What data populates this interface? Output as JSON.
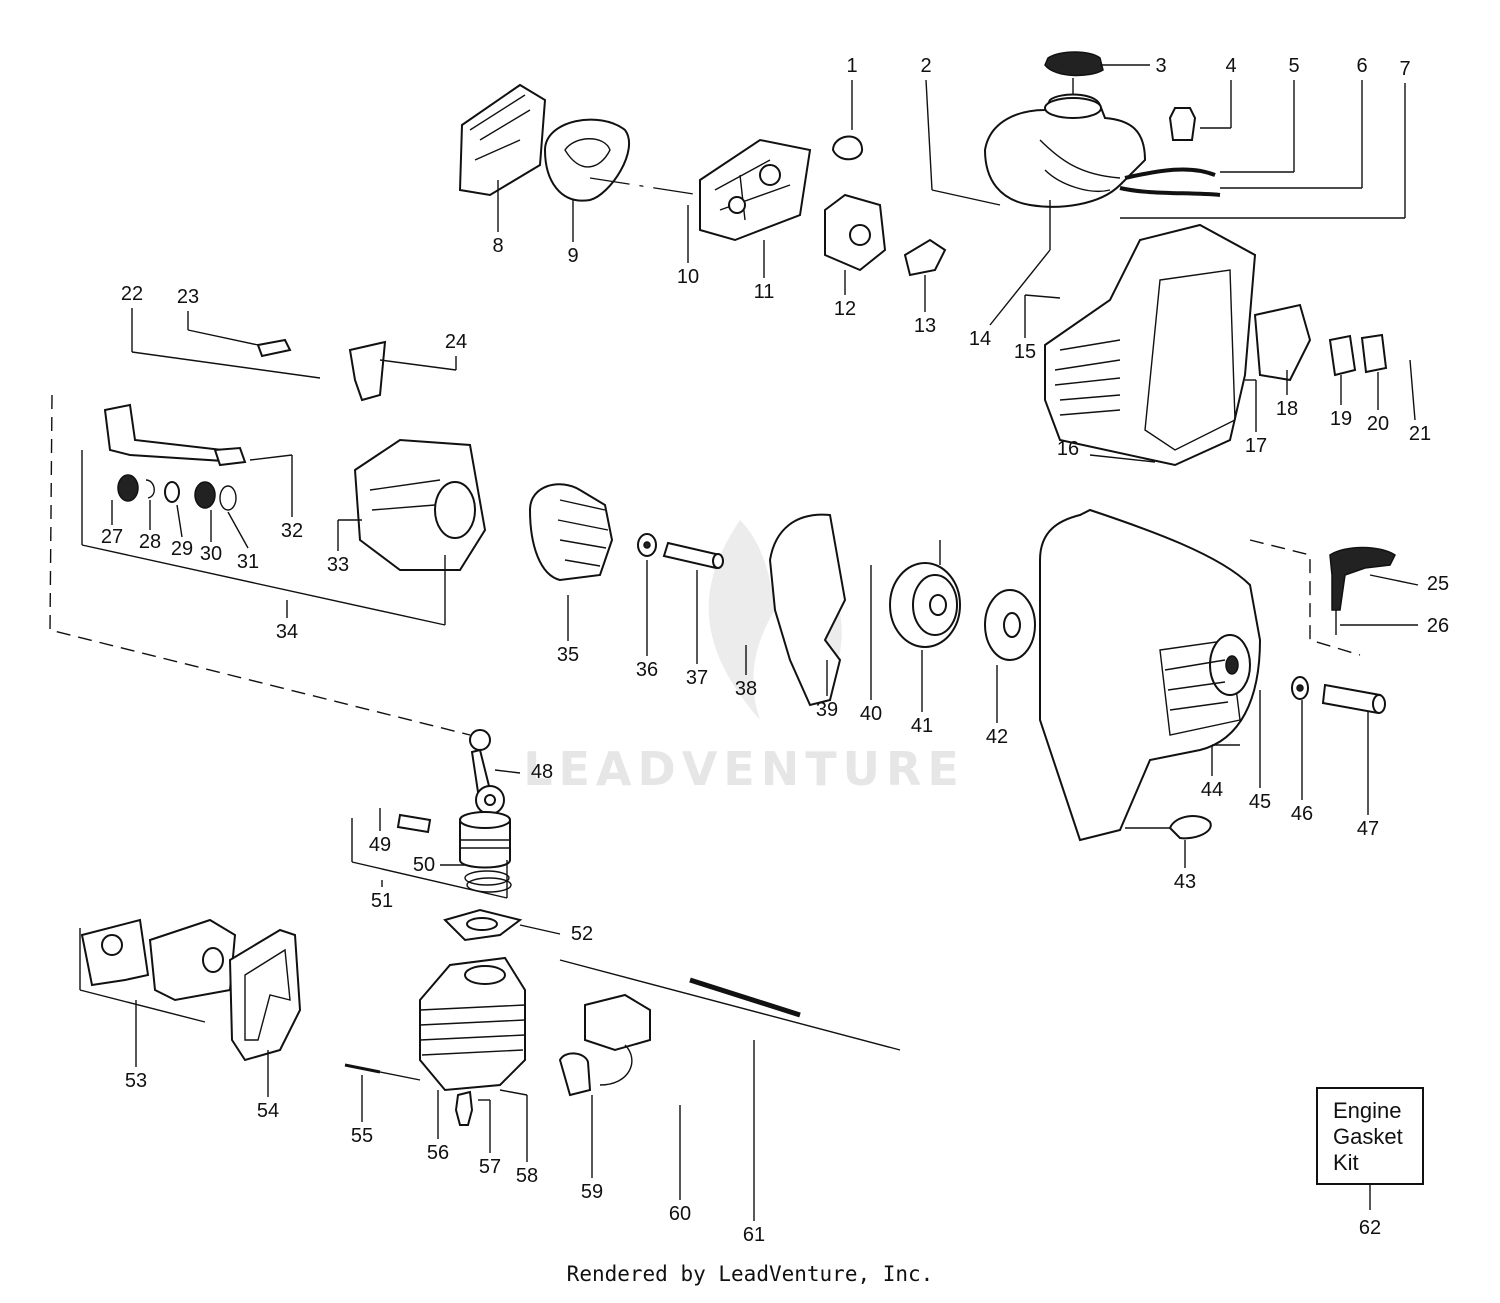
{
  "watermark": "LEADVENTURE",
  "footer_text": "Rendered by LeadVenture, Inc.",
  "kit": {
    "line1": "Engine",
    "line2": "Gasket",
    "line3": "Kit",
    "number": "62"
  },
  "callouts": [
    "1",
    "2",
    "3",
    "4",
    "5",
    "6",
    "7",
    "8",
    "9",
    "10",
    "11",
    "12",
    "13",
    "14",
    "15",
    "16",
    "17",
    "18",
    "19",
    "20",
    "21",
    "22",
    "23",
    "24",
    "25",
    "26",
    "27",
    "28",
    "29",
    "30",
    "31",
    "32",
    "33",
    "34",
    "35",
    "36",
    "37",
    "38",
    "39",
    "40",
    "41",
    "42",
    "43",
    "44",
    "45",
    "46",
    "47",
    "48",
    "49",
    "50",
    "51",
    "52",
    "53",
    "54",
    "55",
    "56",
    "57",
    "58",
    "59",
    "60",
    "61"
  ]
}
